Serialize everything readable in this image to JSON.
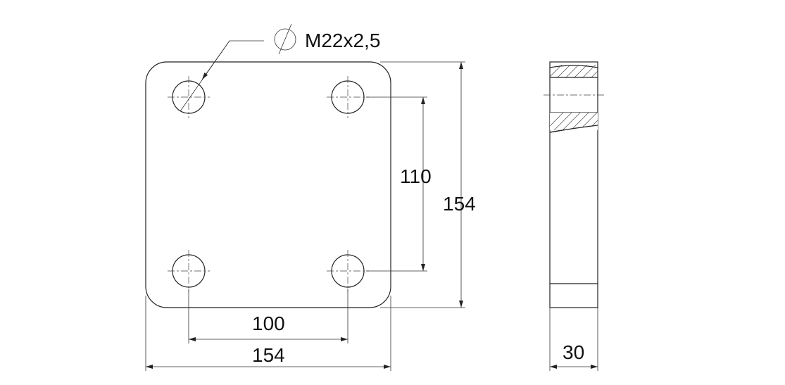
{
  "thread_label": "M22x2,5",
  "diameter_symbol": "diameter-symbol",
  "dimensions": {
    "hole_spacing_horizontal": "100",
    "plate_width": "154",
    "hole_spacing_vertical": "110",
    "plate_height": "154",
    "thickness": "30"
  }
}
